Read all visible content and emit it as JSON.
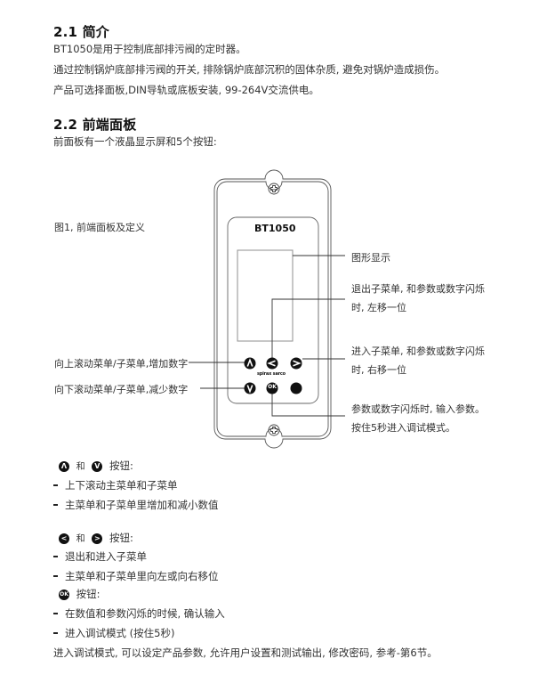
{
  "section_intro": {
    "heading": "2.1 简介",
    "paragraphs": [
      "BT1050是用于控制底部排污阀的定时器。",
      "通过控制锅炉底部排污阀的开关, 排除锅炉底部沉积的固体杂质, 避免对锅炉造成损伤。",
      "产品可选择面板,DIN导轨或底板安装, 99-264V交流供电。"
    ]
  },
  "section_front_panel": {
    "heading": "2.2 前端面板",
    "intro": "前面板有一个液晶显示屏和5个按钮:",
    "figure_caption": "图1, 前端面板及定义",
    "device": {
      "model_label": "BT1050",
      "brand_logo": "spirax sarco",
      "buttons": [
        {
          "id": "up",
          "glyph": "Λ",
          "icon": "up-arrow-button-icon"
        },
        {
          "id": "left",
          "glyph": "<",
          "icon": "left-arrow-button-icon"
        },
        {
          "id": "right",
          "glyph": ">",
          "icon": "right-arrow-button-icon"
        },
        {
          "id": "down",
          "glyph": "V",
          "icon": "down-arrow-button-icon"
        },
        {
          "id": "ok",
          "glyph": "OK",
          "icon": "ok-button-icon"
        },
        {
          "id": "dot",
          "glyph": "",
          "icon": "indicator-dot-icon"
        }
      ]
    },
    "callouts": {
      "display": "图形显示",
      "left_line1": "退出子菜单, 和参数或数字闪烁",
      "left_line2": "时, 左移一位",
      "right_line1": "进入子菜单, 和参数或数字闪烁",
      "right_line2": "时, 右移一位",
      "ok_line1": "参数或数字闪烁时, 输入参数。",
      "ok_line2": "按住5秒进入调试模式。",
      "up": "向上滚动菜单/子菜单,增加数字",
      "down": "向下滚动菜单/子菜单,减少数字"
    }
  },
  "button_descriptions": {
    "updown": {
      "connector": "和",
      "suffix": "按钮:",
      "items": [
        "上下滚动主菜单和子菜单",
        "主菜单和子菜单里增加和减小数值"
      ]
    },
    "leftright": {
      "connector": "和",
      "suffix": "按钮:",
      "items": [
        "退出和进入子菜单",
        "主菜单和子菜单里向左或向右移位"
      ]
    },
    "ok": {
      "suffix": "按钮:",
      "items": [
        "在数值和参数闪烁的时候, 确认输入",
        "进入调试模式 (按住5秒)"
      ]
    },
    "closing": "进入调试模式, 可以设定产品参数, 允许用户设置和测试输出, 修改密码, 参考-第6节。"
  }
}
